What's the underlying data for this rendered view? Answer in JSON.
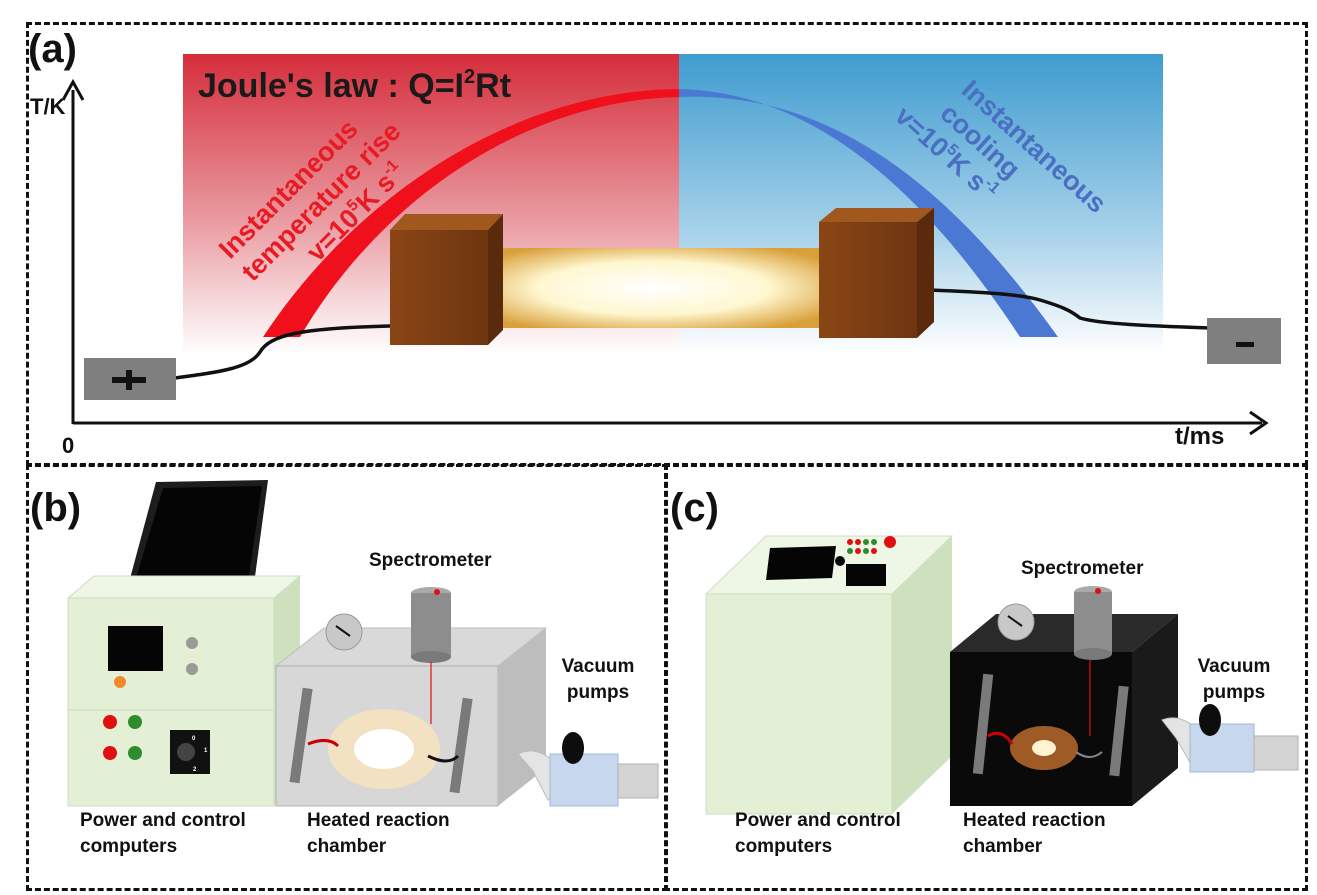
{
  "panel_a": {
    "letter": "(a)",
    "law_prefix": "Joule's law : Q=I",
    "law_sup": "2",
    "law_suffix": "Rt",
    "y_axis": "T/K",
    "x_axis": "t/ms",
    "origin": "0",
    "rise_line1": "Instantaneous",
    "rise_line2": "temperature rise",
    "rise_rate_prefix": "v=10",
    "rise_rate_exp": "5",
    "rise_rate_unit": "K s",
    "rise_rate_unit_exp": "-1",
    "cool_line1": "Instantaneous",
    "cool_line2": "cooling",
    "cool_rate_prefix": "v=10",
    "cool_rate_exp": "5",
    "cool_rate_unit": "K s",
    "cool_rate_unit_exp": "-1",
    "plus_terminal": "+",
    "minus_terminal": "–",
    "colors": {
      "heat": "#d9303a",
      "cool": "#4a78c8"
    }
  },
  "panel_b": {
    "letter": "(b)",
    "spectrometer": "Spectrometer",
    "vacuum_line1": "Vacuum",
    "vacuum_line2": "pumps",
    "power_line1": "Power and control",
    "power_line2": "computers",
    "chamber_line1": "Heated reaction",
    "chamber_line2": "chamber",
    "dial_marks": [
      "0",
      "1",
      "2"
    ]
  },
  "panel_c": {
    "letter": "(c)",
    "spectrometer": "Spectrometer",
    "vacuum_line1": "Vacuum",
    "vacuum_line2": "pumps",
    "power_line1": "Power and control",
    "power_line2": "computers",
    "chamber_line1": "Heated reaction",
    "chamber_line2": "chamber"
  }
}
